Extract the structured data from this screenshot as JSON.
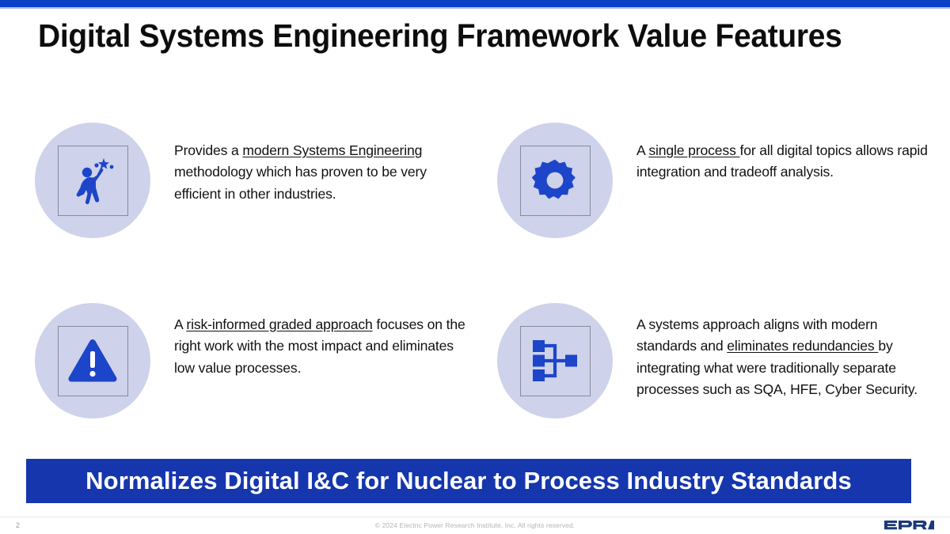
{
  "theme": {
    "accent_blue": "#0b41c4",
    "banner_blue": "#1536ad",
    "circle_lavender": "#ced2ea",
    "icon_blue": "#1d45c9",
    "title_color": "#0d0d0d"
  },
  "header": {
    "title": "Digital Systems Engineering Framework Value Features"
  },
  "features": [
    {
      "icon": "person-reaching-stars-icon",
      "text_parts": [
        {
          "text": "Provides a ",
          "underline": false
        },
        {
          "text": "modern Systems Engineering",
          "underline": true
        },
        {
          "text": " methodology which has proven to be very efficient in other industries.",
          "underline": false
        }
      ]
    },
    {
      "icon": "gear-icon",
      "text_parts": [
        {
          "text": "A ",
          "underline": false
        },
        {
          "text": "single process ",
          "underline": true
        },
        {
          "text": "for all digital topics allows rapid integration and tradeoff analysis.",
          "underline": false
        }
      ]
    },
    {
      "icon": "warning-triangle-icon",
      "text_parts": [
        {
          "text": "A ",
          "underline": false
        },
        {
          "text": "risk-informed graded approach",
          "underline": true
        },
        {
          "text": " focuses on  the right work with the most impact and eliminates low value processes.",
          "underline": false
        }
      ]
    },
    {
      "icon": "hierarchy-diagram-icon",
      "text_parts": [
        {
          "text": "A systems approach aligns with modern standards and ",
          "underline": false
        },
        {
          "text": "eliminates redundancies ",
          "underline": true
        },
        {
          "text": "by integrating what were traditionally separate processes such as SQA, HFE, Cyber Security.",
          "underline": false
        }
      ]
    }
  ],
  "banner": {
    "text": "Normalizes Digital I&C for Nuclear to Process Industry Standards"
  },
  "footer": {
    "page_number": "2",
    "copyright": "© 2024 Electric Power Research Institute, Inc. All rights reserved.",
    "logo_text": "EPRI"
  }
}
